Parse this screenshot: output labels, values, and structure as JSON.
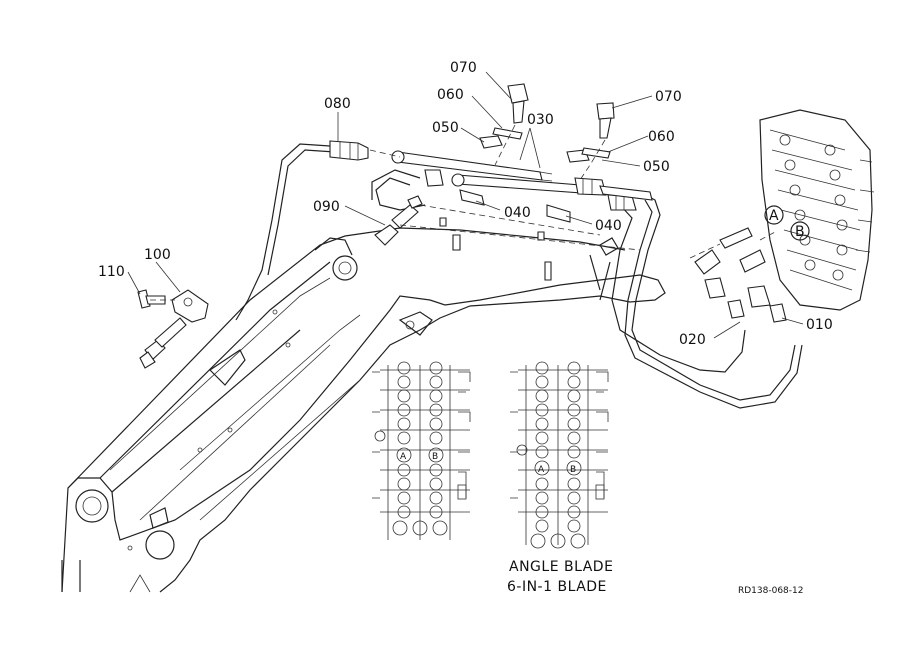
{
  "callouts": [
    "070",
    "060",
    "030",
    "050",
    "070",
    "060",
    "050",
    "080",
    "090",
    "040",
    "040",
    "100",
    "110",
    "020",
    "010"
  ],
  "port_labels": {
    "a": "A",
    "b": "B"
  },
  "caption": {
    "line1": "ANGLE BLADE",
    "line2": "6-IN-1 BLADE"
  },
  "reference_code": "RD138-068-12"
}
